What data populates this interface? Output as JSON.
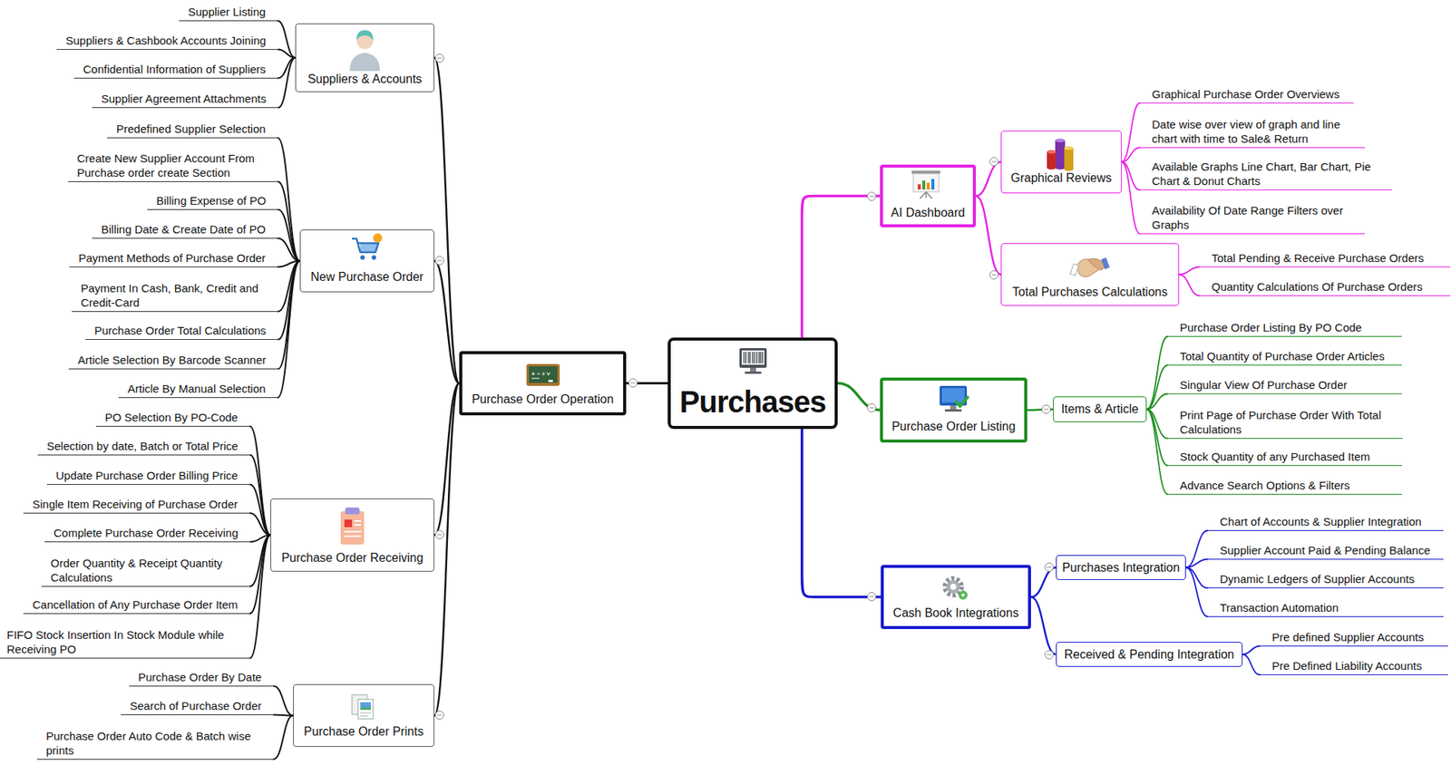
{
  "diagram": {
    "nodes": [
      {
        "text": [
          "Purchases"
        ]
      },
      {
        "text": [
          "Purchase Order Operation"
        ]
      },
      {
        "text": [
          "Suppliers & Accounts"
        ]
      },
      {
        "text": [
          "Supplier Listing"
        ]
      },
      {
        "text": [
          "Suppliers & Cashbook Accounts Joining"
        ]
      },
      {
        "text": [
          "Confidential Information of Suppliers"
        ]
      },
      {
        "text": [
          "Supplier Agreement Attachments"
        ]
      },
      {
        "text": [
          "New Purchase Order"
        ]
      },
      {
        "text": [
          "Predefined Supplier Selection"
        ]
      },
      {
        "text": [
          "Create New Supplier Account From Purchase order create Section"
        ]
      },
      {
        "text": [
          "Billing Expense of PO"
        ]
      },
      {
        "text": [
          "Billing Date & Create Date of PO"
        ]
      },
      {
        "text": [
          "Payment Methods of Purchase Order"
        ]
      },
      {
        "text": [
          "Payment In Cash, Bank, Credit and Credit-Card"
        ]
      },
      {
        "text": [
          "Purchase Order Total Calculations"
        ]
      },
      {
        "text": [
          "Article Selection By Barcode Scanner"
        ]
      },
      {
        "text": [
          "Article By Manual Selection"
        ]
      },
      {
        "text": [
          "Purchase Order Receiving"
        ]
      },
      {
        "text": [
          "PO Selection By PO-Code"
        ]
      },
      {
        "text": [
          "Selection by date, Batch or Total Price"
        ]
      },
      {
        "text": [
          "Update Purchase Order Billing Price"
        ]
      },
      {
        "text": [
          "Single Item Receiving of Purchase Order"
        ]
      },
      {
        "text": [
          "Complete Purchase Order Receiving"
        ]
      },
      {
        "text": [
          "Order Quantity & Receipt Quantity Calculations"
        ]
      },
      {
        "text": [
          "Cancellation of Any Purchase Order Item"
        ]
      },
      {
        "text": [
          "FIFO Stock Insertion In Stock Module while Receiving PO"
        ]
      },
      {
        "text": [
          "Purchase Order Prints"
        ]
      },
      {
        "text": [
          "Purchase Order By Date"
        ]
      },
      {
        "text": [
          "Search of Purchase Order"
        ]
      },
      {
        "text": [
          "Purchase Order Auto Code & Batch wise prints"
        ]
      },
      {
        "text": [
          "AI Dashboard"
        ]
      },
      {
        "text": [
          "Graphical Reviews"
        ]
      },
      {
        "text": [
          "Graphical Purchase Order Overviews"
        ]
      },
      {
        "text": [
          "Date wise over view of graph and line chart with time to Sale& Return"
        ]
      },
      {
        "text": [
          "Available Graphs Line Chart, Bar Chart, Pie Chart & Donut Charts"
        ]
      },
      {
        "text": [
          "Availability Of Date Range Filters over Graphs"
        ]
      },
      {
        "text": [
          "Total Purchases Calculations"
        ]
      },
      {
        "text": [
          "Total Pending & Receive Purchase Orders"
        ]
      },
      {
        "text": [
          "Quantity Calculations Of Purchase Orders"
        ]
      },
      {
        "text": [
          "Purchase Order Listing"
        ]
      },
      {
        "text": [
          "Items & Article"
        ]
      },
      {
        "text": [
          "Purchase Order Listing By PO Code"
        ]
      },
      {
        "text": [
          "Total Quantity of Purchase Order Articles"
        ]
      },
      {
        "text": [
          "Singular View Of Purchase Order"
        ]
      },
      {
        "text": [
          "Print Page of Purchase Order With Total Calculations"
        ]
      },
      {
        "text": [
          "Stock Quantity of any Purchased Item"
        ]
      },
      {
        "text": [
          "Advance Search Options & Filters"
        ]
      },
      {
        "text": [
          "Cash Book Integrations"
        ]
      },
      {
        "text": [
          "Purchases Integration"
        ]
      },
      {
        "text": [
          "Chart of Accounts & Supplier Integration"
        ]
      },
      {
        "text": [
          "Supplier Account Paid & Pending Balance"
        ]
      },
      {
        "text": [
          "Dynamic Ledgers of Supplier Accounts"
        ]
      },
      {
        "text": [
          "Transaction Automation"
        ]
      },
      {
        "text": [
          "Received & Pending Integration"
        ]
      },
      {
        "text": [
          "Pre defined Supplier Accounts"
        ]
      },
      {
        "text": [
          "Pre Defined Liability Accounts"
        ]
      }
    ],
    "edges": [
      {
        "from": 0,
        "to": 1,
        "arrow": "none"
      },
      {
        "from": 1,
        "to": 2,
        "arrow": "none"
      },
      {
        "from": 2,
        "to": 3,
        "arrow": "none"
      },
      {
        "from": 2,
        "to": 4,
        "arrow": "none"
      },
      {
        "from": 2,
        "to": 5,
        "arrow": "none"
      },
      {
        "from": 2,
        "to": 6,
        "arrow": "none"
      },
      {
        "from": 1,
        "to": 7,
        "arrow": "none"
      },
      {
        "from": 7,
        "to": 8,
        "arrow": "none"
      },
      {
        "from": 7,
        "to": 9,
        "arrow": "none"
      },
      {
        "from": 7,
        "to": 10,
        "arrow": "none"
      },
      {
        "from": 7,
        "to": 11,
        "arrow": "none"
      },
      {
        "from": 7,
        "to": 12,
        "arrow": "none"
      },
      {
        "from": 7,
        "to": 13,
        "arrow": "none"
      },
      {
        "from": 7,
        "to": 14,
        "arrow": "none"
      },
      {
        "from": 7,
        "to": 15,
        "arrow": "none"
      },
      {
        "from": 7,
        "to": 16,
        "arrow": "none"
      },
      {
        "from": 1,
        "to": 17,
        "arrow": "none"
      },
      {
        "from": 17,
        "to": 18,
        "arrow": "none"
      },
      {
        "from": 17,
        "to": 19,
        "arrow": "none"
      },
      {
        "from": 17,
        "to": 20,
        "arrow": "none"
      },
      {
        "from": 17,
        "to": 21,
        "arrow": "none"
      },
      {
        "from": 17,
        "to": 22,
        "arrow": "none"
      },
      {
        "from": 17,
        "to": 23,
        "arrow": "none"
      },
      {
        "from": 17,
        "to": 24,
        "arrow": "none"
      },
      {
        "from": 17,
        "to": 25,
        "arrow": "none"
      },
      {
        "from": 1,
        "to": 26,
        "arrow": "none"
      },
      {
        "from": 26,
        "to": 27,
        "arrow": "none"
      },
      {
        "from": 26,
        "to": 28,
        "arrow": "none"
      },
      {
        "from": 26,
        "to": 29,
        "arrow": "none"
      },
      {
        "from": 0,
        "to": 30,
        "arrow": "none"
      },
      {
        "from": 30,
        "to": 31,
        "arrow": "none"
      },
      {
        "from": 31,
        "to": 32,
        "arrow": "none"
      },
      {
        "from": 31,
        "to": 33,
        "arrow": "none"
      },
      {
        "from": 31,
        "to": 34,
        "arrow": "none"
      },
      {
        "from": 31,
        "to": 35,
        "arrow": "none"
      },
      {
        "from": 30,
        "to": 36,
        "arrow": "none"
      },
      {
        "from": 36,
        "to": 37,
        "arrow": "none"
      },
      {
        "from": 36,
        "to": 38,
        "arrow": "none"
      },
      {
        "from": 0,
        "to": 39,
        "arrow": "none"
      },
      {
        "from": 39,
        "to": 40,
        "arrow": "none"
      },
      {
        "from": 40,
        "to": 41,
        "arrow": "none"
      },
      {
        "from": 40,
        "to": 42,
        "arrow": "none"
      },
      {
        "from": 40,
        "to": 43,
        "arrow": "none"
      },
      {
        "from": 40,
        "to": 44,
        "arrow": "none"
      },
      {
        "from": 40,
        "to": 45,
        "arrow": "none"
      },
      {
        "from": 40,
        "to": 46,
        "arrow": "none"
      },
      {
        "from": 0,
        "to": 47,
        "arrow": "none"
      },
      {
        "from": 47,
        "to": 48,
        "arrow": "none"
      },
      {
        "from": 48,
        "to": 49,
        "arrow": "none"
      },
      {
        "from": 48,
        "to": 50,
        "arrow": "none"
      },
      {
        "from": 48,
        "to": 51,
        "arrow": "none"
      },
      {
        "from": 48,
        "to": 52,
        "arrow": "none"
      },
      {
        "from": 47,
        "to": 53,
        "arrow": "none"
      },
      {
        "from": 53,
        "to": 54,
        "arrow": "none"
      },
      {
        "from": 53,
        "to": 55,
        "arrow": "none"
      }
    ]
  }
}
